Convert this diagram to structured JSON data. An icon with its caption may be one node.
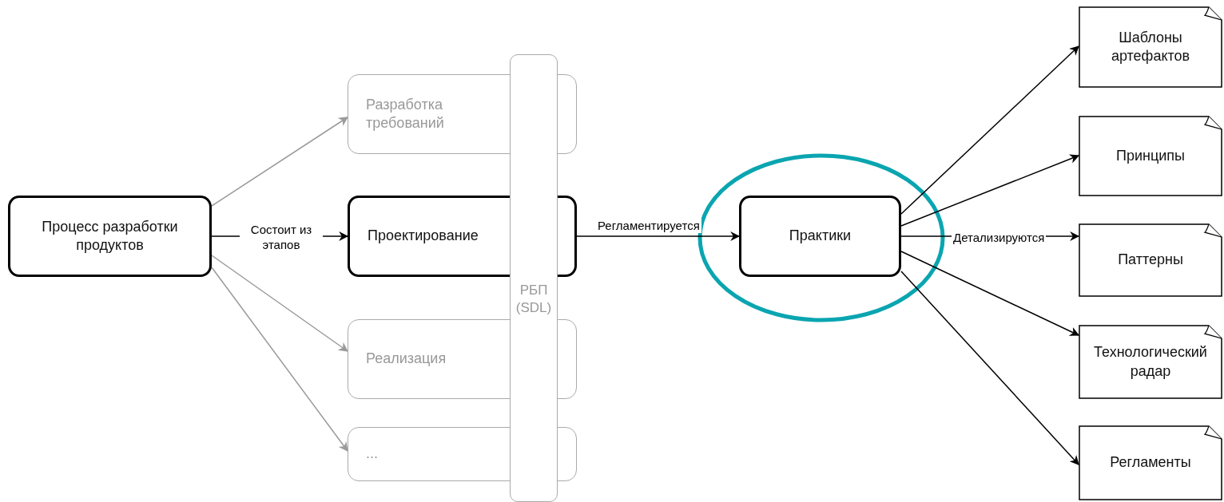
{
  "diagram": {
    "nodes": [
      {
        "text": [
          "Процесс разработки продуктов"
        ]
      },
      {
        "text": [
          "Разработка требований"
        ]
      },
      {
        "text": [
          "Проектирование"
        ]
      },
      {
        "text": [
          "Реализация"
        ]
      },
      {
        "text": [
          "..."
        ]
      },
      {
        "text": [
          "РБП (SDL)"
        ]
      },
      {
        "text": [
          "Практики"
        ]
      },
      {
        "text": [
          "Шаблоны артефактов"
        ]
      },
      {
        "text": [
          "Принципы"
        ]
      },
      {
        "text": [
          "Паттерны"
        ]
      },
      {
        "text": [
          "Технологический радар"
        ]
      },
      {
        "text": [
          "Регламенты"
        ]
      }
    ],
    "edges": [
      {
        "from": 0,
        "to": 1,
        "arrow": "to",
        "color": "#9a9a9a"
      },
      {
        "from": 0,
        "to": 2,
        "arrow": "to",
        "label": "Состоит из этапов"
      },
      {
        "from": 0,
        "to": 3,
        "arrow": "to",
        "color": "#9a9a9a"
      },
      {
        "from": 0,
        "to": 4,
        "arrow": "to",
        "color": "#9a9a9a"
      },
      {
        "from": 2,
        "to": 6,
        "arrow": "to",
        "label": "Регламентируется"
      },
      {
        "from": 6,
        "to": 7,
        "arrow": "to"
      },
      {
        "from": 6,
        "to": 8,
        "arrow": "to"
      },
      {
        "from": 6,
        "to": 9,
        "arrow": "to",
        "label": "Детализируются"
      },
      {
        "from": 6,
        "to": 10,
        "arrow": "to"
      },
      {
        "from": 6,
        "to": 11,
        "arrow": "to"
      }
    ]
  }
}
